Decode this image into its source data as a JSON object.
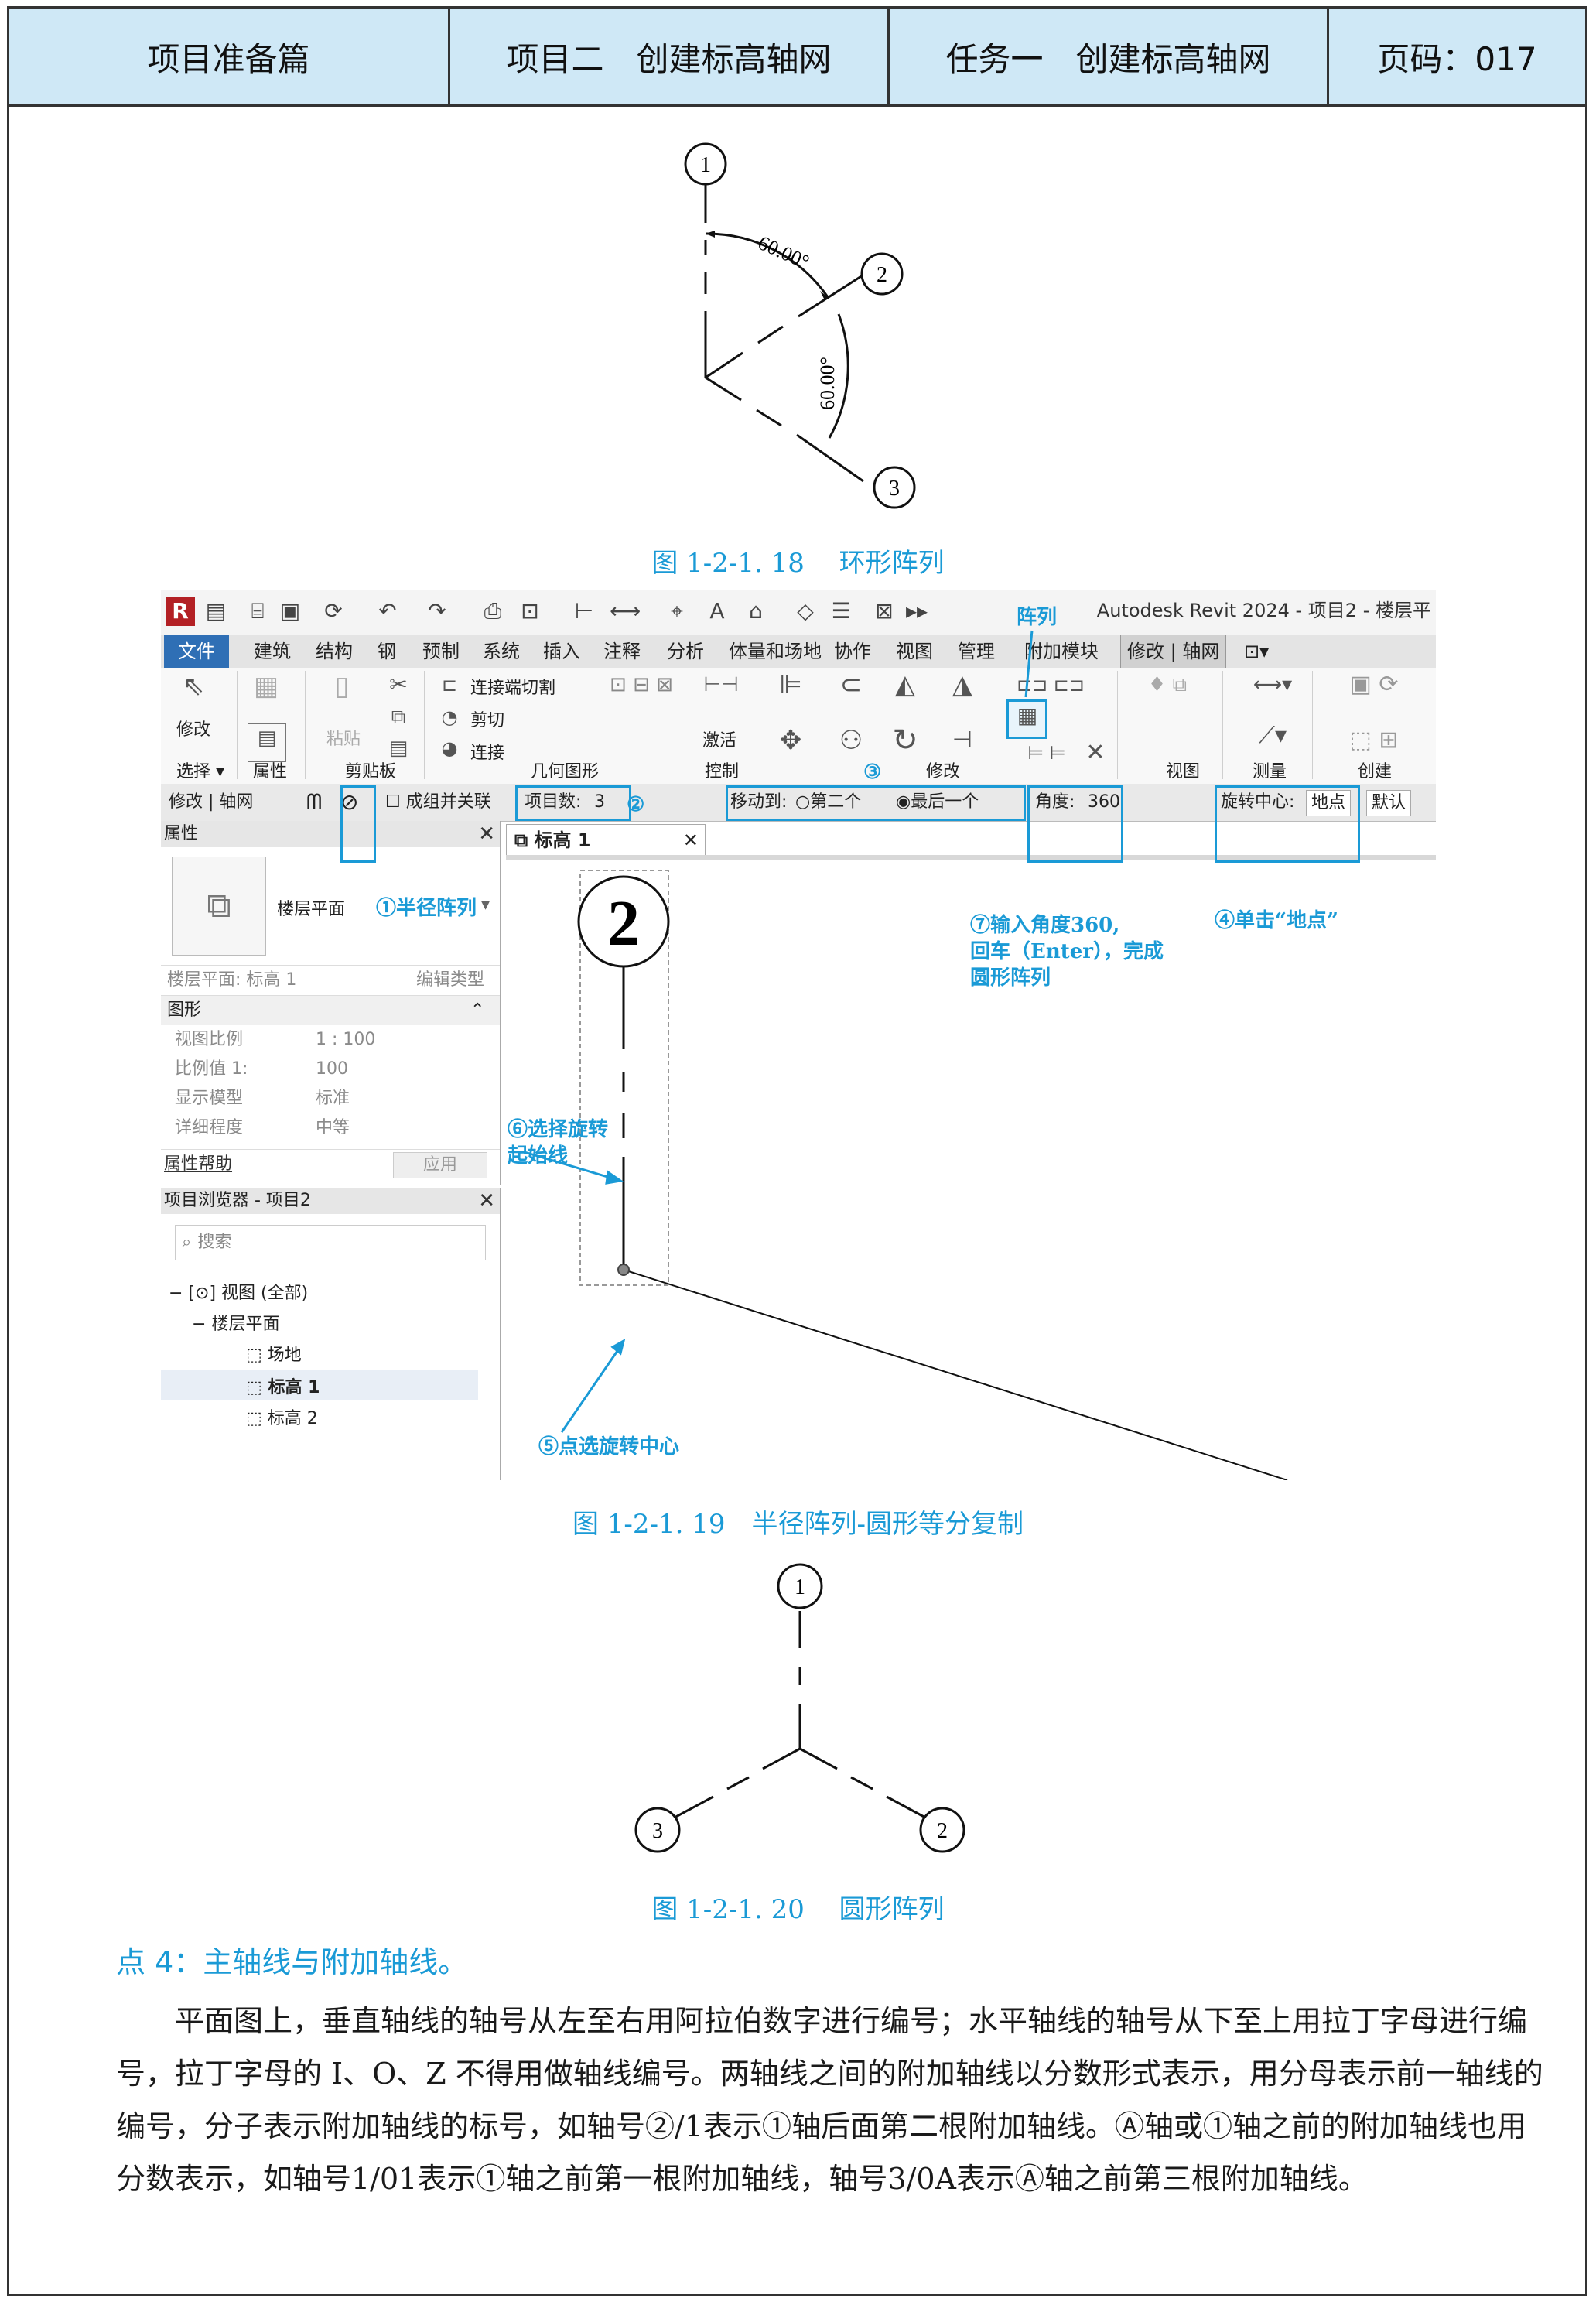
{
  "header": {
    "section": "项目准备篇",
    "project": "项目二　创建标高轴网",
    "task": "任务一　创建标高轴网",
    "page": "页码：017"
  },
  "fig18": {
    "caption": "图 1-2-1. 18　 环形阵列",
    "labels": [
      "1",
      "2",
      "3"
    ],
    "angle_top": "60.00°",
    "angle_side": "60.00°"
  },
  "fig19": {
    "caption": "图 1-2-1. 19　半径阵列-圆形等分复制",
    "app_title": "Autodesk Revit 2024 - 项目2 - 楼层平",
    "menu": [
      "文件",
      "建筑",
      "结构",
      "钢",
      "预制",
      "系统",
      "插入",
      "注释",
      "分析",
      "体量和场地",
      "协作",
      "视图",
      "管理",
      "附加模块",
      "修改 | 轴网"
    ],
    "ribbon": {
      "modify": "修改",
      "paste": "粘贴",
      "join_cut": "连接端切割",
      "cut": "剪切",
      "join": "连接",
      "activate": "激活",
      "groups": [
        "选择 ▾",
        "属性",
        "剪贴板",
        "几何图形",
        "控制",
        "修改",
        "视图",
        "测量",
        "创建"
      ]
    },
    "options": {
      "context": "修改 | 轴网",
      "group_assoc": "成组并关联",
      "item_count_label": "项目数:",
      "item_count": "3",
      "move_to_label": "移动到:",
      "second": "第二个",
      "last": "最后一个",
      "angle_label": "角度:",
      "angle": "360",
      "center_label": "旋转中心:",
      "place": "地点",
      "default": "默认"
    },
    "props": {
      "title": "属性",
      "type": "楼层平面",
      "selector": "楼层平面: 标高 1",
      "edit_type": "编辑类型",
      "section": "图形",
      "rows": [
        {
          "k": "视图比例",
          "v": "1 : 100"
        },
        {
          "k": "比例值 1:",
          "v": "100"
        },
        {
          "k": "显示模型",
          "v": "标准"
        },
        {
          "k": "详细程度",
          "v": "中等"
        }
      ],
      "help": "属性帮助",
      "apply": "应用"
    },
    "browser": {
      "title": "项目浏览器 - 项目2",
      "search": "搜索",
      "views": "视图 (全部)",
      "floor_plans": "楼层平面",
      "items": [
        "场地",
        "标高 1",
        "标高 2"
      ]
    },
    "view_tab": "标高 1",
    "grid_bubble": "2",
    "annotations": {
      "a1": "①半径阵列",
      "a2": "②",
      "a3": "③",
      "a4": "④单击“地点”",
      "a5": "⑤点选旋转中心",
      "a6_l1": "⑥选择旋转",
      "a6_l2": "起始线",
      "a7_l1": "⑦输入角度360,",
      "a7_l2": "回车（Enter），完成",
      "a7_l3": "圆形阵列",
      "array": "阵列"
    }
  },
  "fig20": {
    "caption": "图 1-2-1. 20　 圆形阵列",
    "labels": [
      "1",
      "2",
      "3"
    ]
  },
  "point4": "点 4：主轴线与附加轴线。",
  "paragraph": "平面图上，垂直轴线的轴号从左至右用阿拉伯数字进行编号；水平轴线的轴号从下至上用拉丁字母进行编号，拉丁字母的 I、O、Z 不得用做轴线编号。两轴线之间的附加轴线以分数形式表示，用分母表示前一轴线的编号，分子表示附加轴线的标号，如轴号②/1表示①轴后面第二根附加轴线。Ⓐ轴或①轴之前的附加轴线也用分数表示，如轴号1/01表示①轴之前第一根附加轴线，轴号3/0A表示Ⓐ轴之前第三根附加轴线。"
}
